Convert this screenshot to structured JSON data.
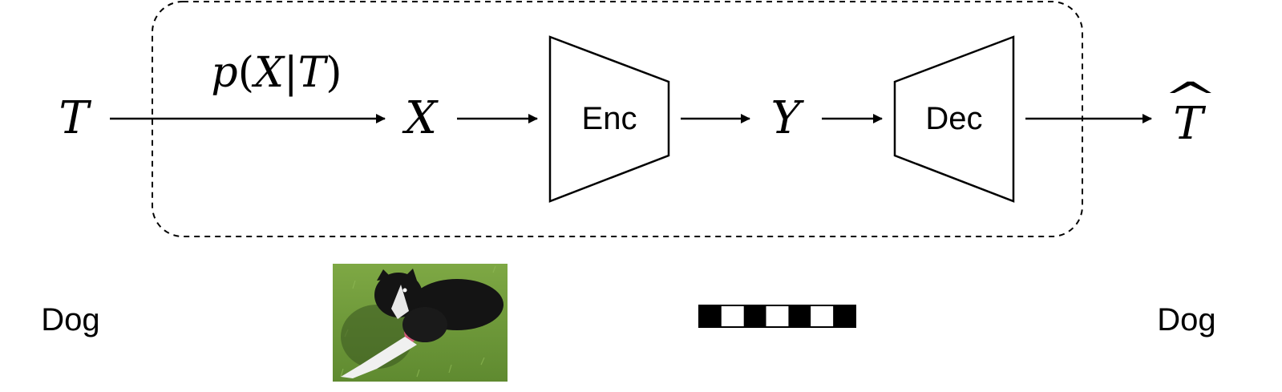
{
  "diagram": {
    "input_symbol": "T",
    "channel_label": {
      "func": "p",
      "open": "(",
      "var": "X",
      "bar": "|",
      "cond": "T",
      "close": ")"
    },
    "observation_symbol": "X",
    "encoder_label": "Enc",
    "latent_symbol": "Y",
    "decoder_label": "Dec",
    "output_symbol": "T",
    "output_hat": "^"
  },
  "examples": {
    "input_text": "Dog",
    "image_subject": "dog-photo",
    "code_cells": [
      "black",
      "white",
      "black",
      "white",
      "black",
      "white",
      "black"
    ],
    "output_text": "Dog"
  },
  "colors": {
    "stroke": "#000000",
    "background": "#ffffff",
    "grass": "#6f9a3a",
    "dog": "#141414"
  }
}
